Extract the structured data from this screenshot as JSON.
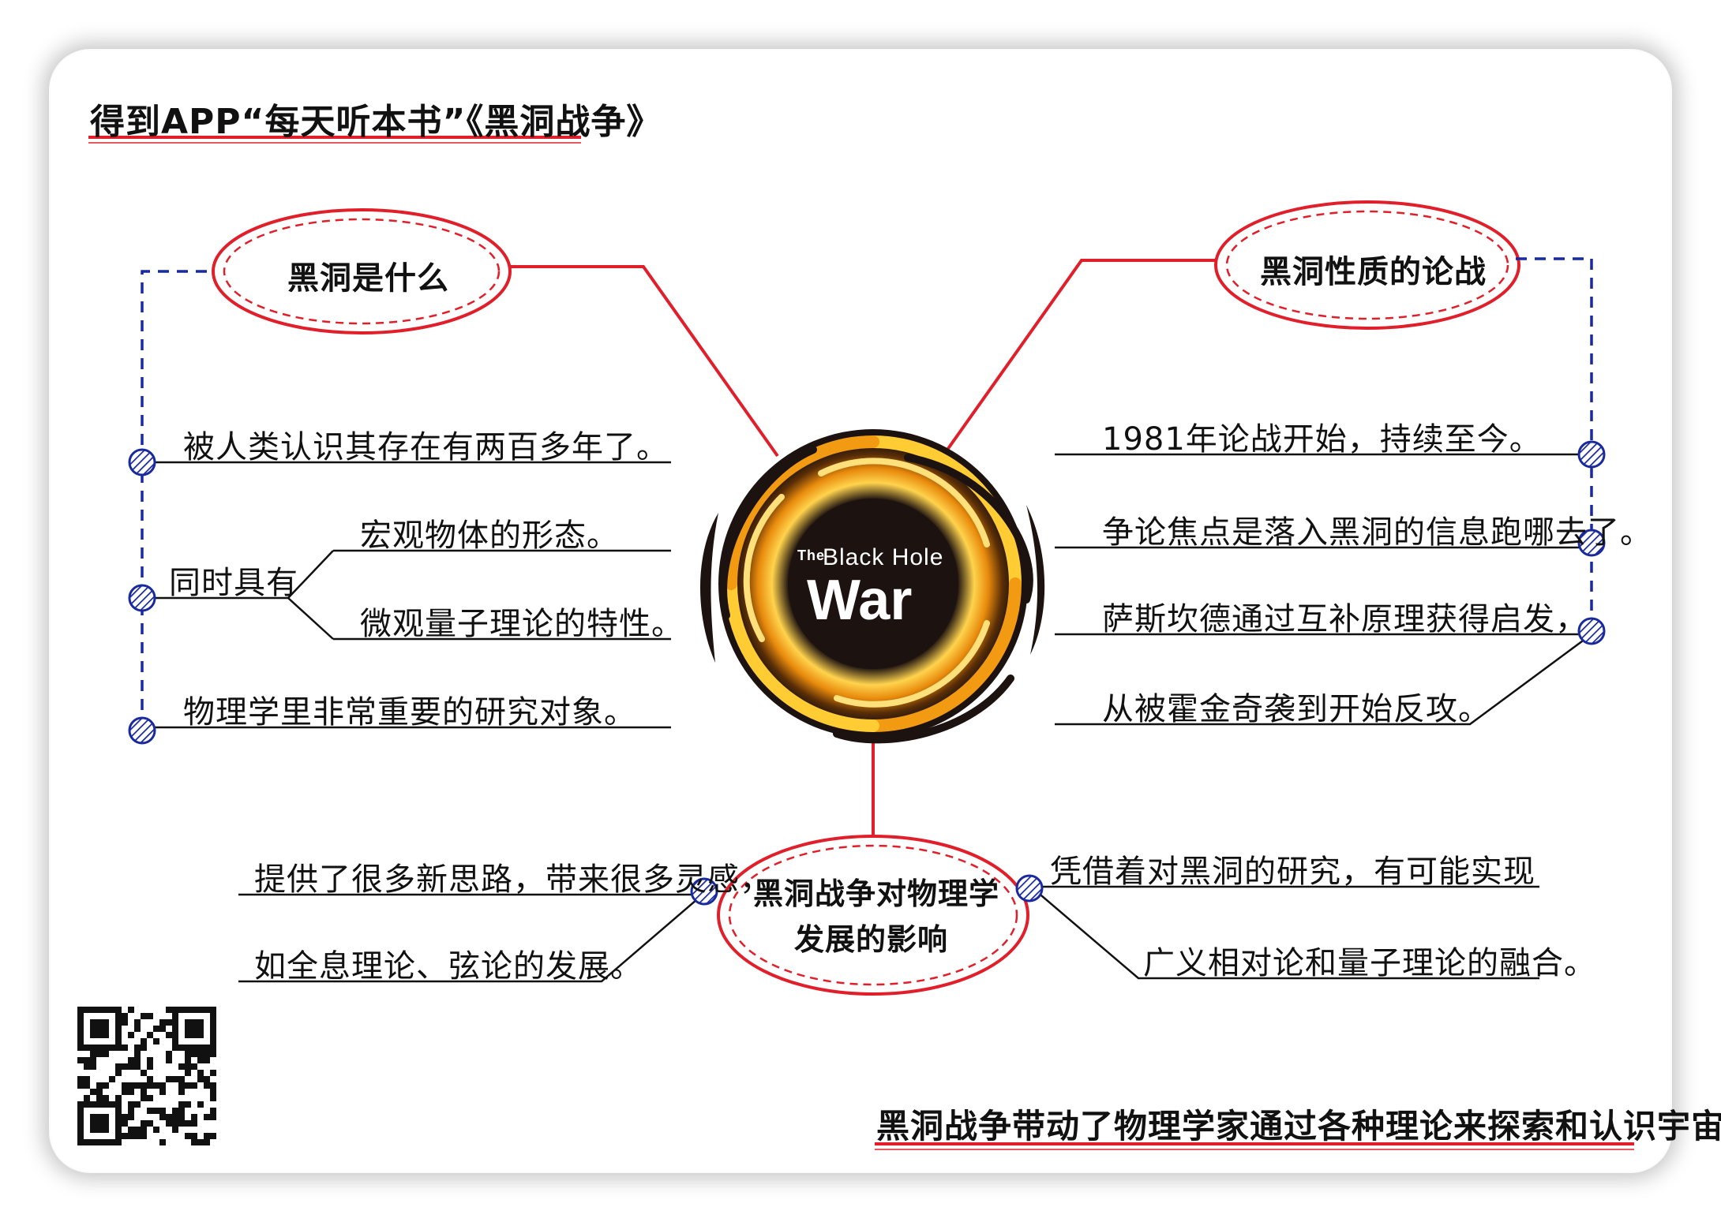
{
  "header": {
    "title": "得到APP“每天听本书”《黑洞战争》"
  },
  "center": {
    "the": "The",
    "black_hole": "Black Hole",
    "war": "War"
  },
  "branches": {
    "what_is": {
      "label": "黑洞是什么",
      "items": {
        "known": "被人类认识其存在有两百多年了。",
        "both": "同时具有",
        "macro": "宏观物体的形态。",
        "micro": "微观量子理论的特性。",
        "important": "物理学里非常重要的研究对象。"
      }
    },
    "debate": {
      "label": "黑洞性质的论战",
      "items": {
        "start": "1981年论战开始，持续至今。",
        "focus": "争论焦点是落入黑洞的信息跑哪去了。",
        "susskind": "萨斯坎德通过互补原理获得启发，",
        "counter": "从被霍金奇袭到开始反攻。"
      }
    },
    "impact": {
      "label_line1": "黑洞战争对物理学",
      "label_line2": "发展的影响",
      "left_items": {
        "ideas": "提供了很多新思路，带来很多灵感，",
        "theories": "如全息理论、弦论的发展。"
      },
      "right_items": {
        "research": "凭借着对黑洞的研究，有可能实现",
        "fusion": "广义相对论和量子理论的融合。"
      }
    }
  },
  "footer": {
    "summary": "黑洞战争带动了物理学家通过各种理论来探索和认识宇宙。"
  },
  "colors": {
    "red": "#e01f2a",
    "blue": "#1a2a9c",
    "ink": "#111111",
    "gold": "#f4b21a",
    "dark": "#1c1210"
  }
}
